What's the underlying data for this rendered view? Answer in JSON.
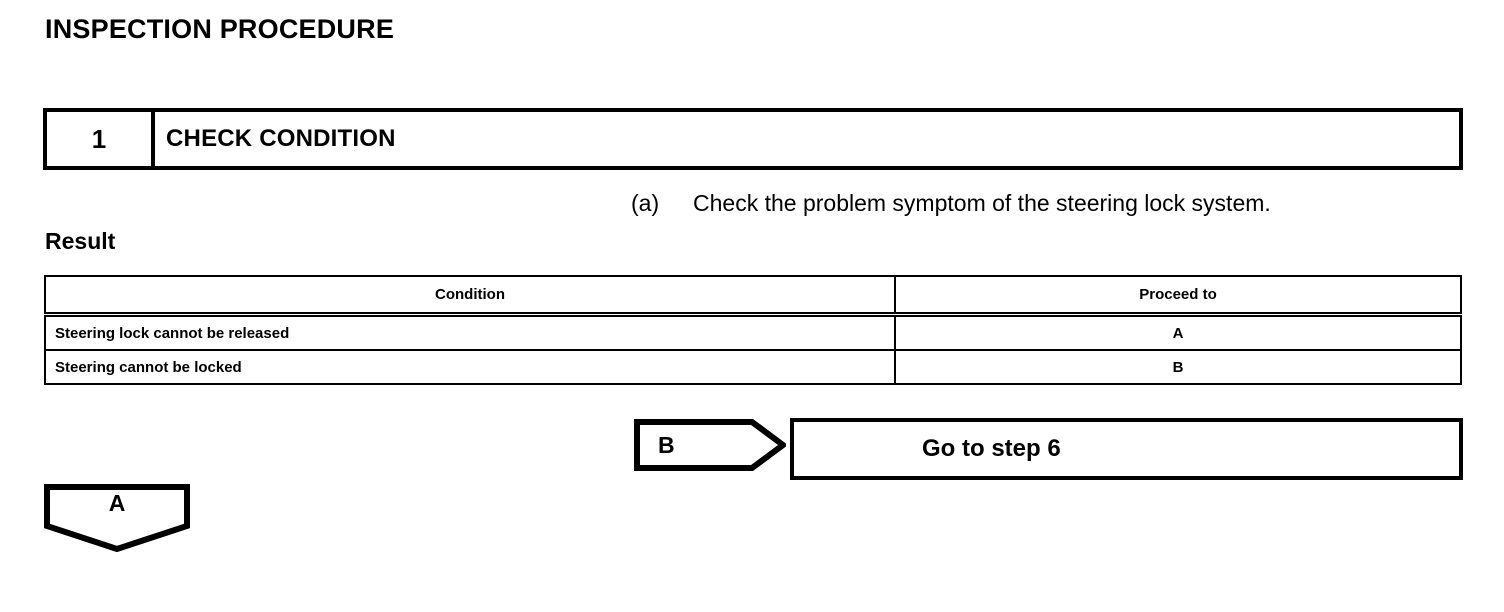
{
  "page": {
    "title": "INSPECTION PROCEDURE"
  },
  "step": {
    "number": "1",
    "title": "CHECK CONDITION"
  },
  "instruction": {
    "marker": "(a)",
    "text": "Check the problem symptom of the steering lock system."
  },
  "result": {
    "label": "Result",
    "columns": [
      "Condition",
      "Proceed to"
    ],
    "rows": [
      {
        "condition": "Steering lock cannot be released",
        "proceed_to": "A"
      },
      {
        "condition": "Steering cannot be locked",
        "proceed_to": "B"
      }
    ]
  },
  "flow": {
    "connector_b": {
      "letter": "B"
    },
    "goto_box": {
      "label": "Go to step 6"
    },
    "connector_a": {
      "letter": "A"
    }
  },
  "colors": {
    "ink": "#000000",
    "paper": "#ffffff"
  }
}
